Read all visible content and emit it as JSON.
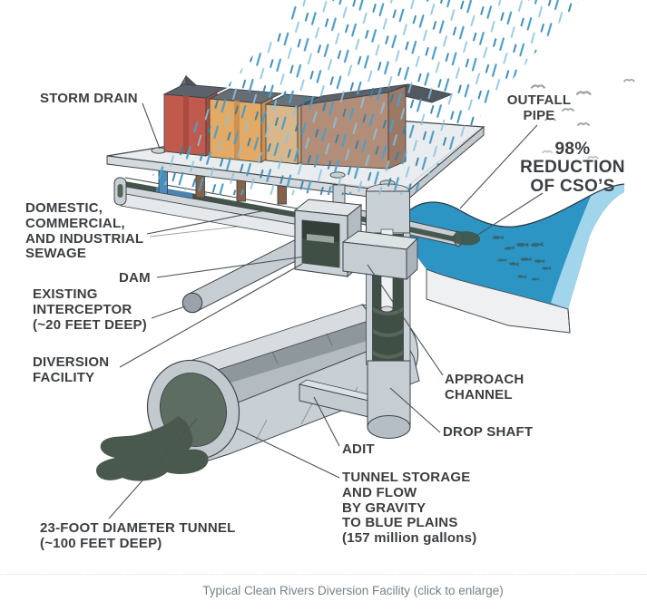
{
  "figure": {
    "caption": "Typical Clean Rivers Diversion Facility (click to enlarge)",
    "labels": {
      "storm_drain": "STORM DRAIN",
      "outfall_pipe": "OUTFALL\nPIPE",
      "cso_reduction": "98%\nREDUCTION\nOF CSO’S",
      "sewage_sources": "DOMESTIC,\nCOMMERCIAL,\nAND INDUSTRIAL\nSEWAGE",
      "dam": "DAM",
      "existing_interceptor": "EXISTING\nINTERCEPTOR\n(~20 FEET DEEP)",
      "diversion_facility": "DIVERSION\nFACILITY",
      "approach_channel": "APPROACH\nCHANNEL",
      "drop_shaft": "DROP SHAFT",
      "adit": "ADIT",
      "tunnel_storage": "TUNNEL STORAGE\nAND FLOW\nBY GRAVITY\nTO BLUE PLAINS\n(157 million gallons)",
      "tunnel_size": "23-FOOT DIAMETER TUNNEL\n(~100 FEET DEEP)"
    },
    "colors": {
      "label": "#3b3f42",
      "caption": "#76818b",
      "water": "#2d95c4",
      "water-face": "#aedcf1",
      "sewage": "#4a594e",
      "sewage-dark": "#44534a",
      "rain1": "#4d9ec8",
      "rain2": "#8ac3de",
      "rain3": "#2e7fa9",
      "building-red": "#c05a4c",
      "building-orange": "#e3aa66",
      "building-tan": "#d9b78d",
      "building-brown": "#b28e79",
      "roof": "#5b626a",
      "fish": "#34656d",
      "bird": "#9aa2a9"
    }
  }
}
